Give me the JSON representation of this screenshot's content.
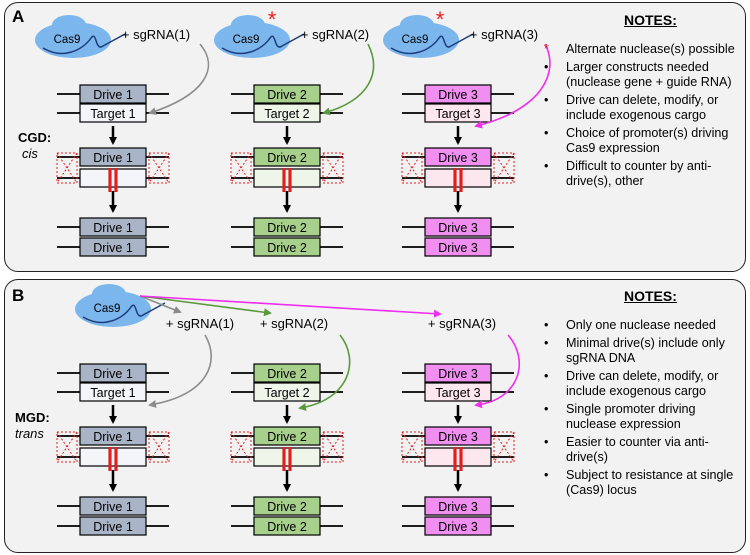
{
  "panel_a": {
    "label": "A",
    "side_label_1": "CGD:",
    "side_label_2": "cis",
    "nuclease_label": "Cas9",
    "alt_marker": "*",
    "sgrna": [
      "+ sgRNA(1)",
      "+ sgRNA(2)",
      "+ sgRNA(3)"
    ],
    "columns": [
      {
        "drive": "Drive 1",
        "target": "Target 1"
      },
      {
        "drive": "Drive 2",
        "target": "Target 2"
      },
      {
        "drive": "Drive 3",
        "target": "Target 3"
      }
    ],
    "notes_title": "NOTES:",
    "notes": [
      {
        "bullet": "*",
        "text": "Alternate nuclease(s) possible"
      },
      {
        "bullet": "•",
        "text": "Larger constructs needed (nuclease gene + guide RNA)"
      },
      {
        "bullet": "•",
        "text": "Drive can delete, modify, or include exogenous cargo"
      },
      {
        "bullet": "•",
        "text": "Choice of promoter(s) driving Cas9 expression"
      },
      {
        "bullet": "•",
        "text": "Difficult to counter by anti-drive(s), other"
      }
    ]
  },
  "panel_b": {
    "label": "B",
    "side_label_1": "MGD:",
    "side_label_2": "trans",
    "nuclease_label": "Cas9",
    "sgrna": [
      "+ sgRNA(1)",
      "+ sgRNA(2)",
      "+ sgRNA(3)"
    ],
    "columns": [
      {
        "drive": "Drive 1",
        "target": "Target 1"
      },
      {
        "drive": "Drive 2",
        "target": "Target 2"
      },
      {
        "drive": "Drive 3",
        "target": "Target 3"
      }
    ],
    "notes_title": "NOTES:",
    "notes": [
      {
        "bullet": "•",
        "text": "Only one nuclease needed"
      },
      {
        "bullet": "•",
        "text": "Minimal drive(s) include only sgRNA DNA"
      },
      {
        "bullet": "•",
        "text": "Drive can delete, modify, or include exogenous cargo"
      },
      {
        "bullet": "•",
        "text": "Single promoter driving nuclease expression"
      },
      {
        "bullet": "•",
        "text": "Easier to counter via anti-drive(s)"
      },
      {
        "bullet": "•",
        "text": "Subject to resistance at single (Cas9) locus"
      }
    ]
  },
  "colors": {
    "drive1": "#a9b4c6",
    "drive2": "#a8d08d",
    "drive3": "#f08ff0",
    "target1": "#f3f5f8",
    "target2": "#eef6ea",
    "target3": "#fde7ef",
    "cas9": "#7bb6ec",
    "arrow1": "#8c8c8c",
    "arrow2": "#5a9a3c",
    "arrow3": "#ee2fee",
    "cut": "#e02020",
    "alt": "#e02020"
  }
}
